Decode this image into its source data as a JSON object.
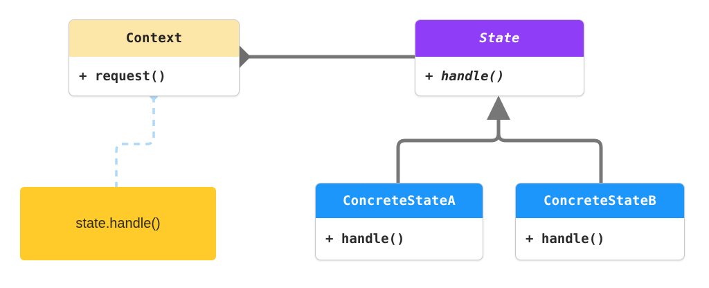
{
  "diagram": {
    "title": "State pattern UML class diagram",
    "type": "uml-class-diagram",
    "background": "#ffffff",
    "colors": {
      "context_header": "#FCE6A8",
      "state_header": "#8F3DF7",
      "concrete_header": "#1D96FB",
      "note_fill": "#FFCB2B",
      "edge_gray": "#777777",
      "edge_dashed_blue": "#AFD9F7",
      "box_border": "#c9c9c9"
    }
  },
  "classes": {
    "context": {
      "name": "Context",
      "abstract": false,
      "operations": [
        "+ request()"
      ]
    },
    "state": {
      "name": "State",
      "abstract": true,
      "operations": [
        "+ handle()"
      ]
    },
    "concrete_a": {
      "name": "ConcreteStateA",
      "abstract": false,
      "operations": [
        "+ handle()"
      ]
    },
    "concrete_b": {
      "name": "ConcreteStateB",
      "abstract": false,
      "operations": [
        "+ handle()"
      ]
    }
  },
  "note": {
    "text": "state.handle()"
  },
  "relationships": [
    {
      "kind": "composition",
      "from": "Context",
      "to": "State",
      "marker": "filled-diamond"
    },
    {
      "kind": "generalization",
      "from": "ConcreteStateA",
      "to": "State",
      "marker": "filled-triangle"
    },
    {
      "kind": "generalization",
      "from": "ConcreteStateB",
      "to": "State",
      "marker": "filled-triangle"
    },
    {
      "kind": "note-anchor",
      "from": "Context",
      "to": "state.handle()",
      "marker": "dashed"
    }
  ]
}
